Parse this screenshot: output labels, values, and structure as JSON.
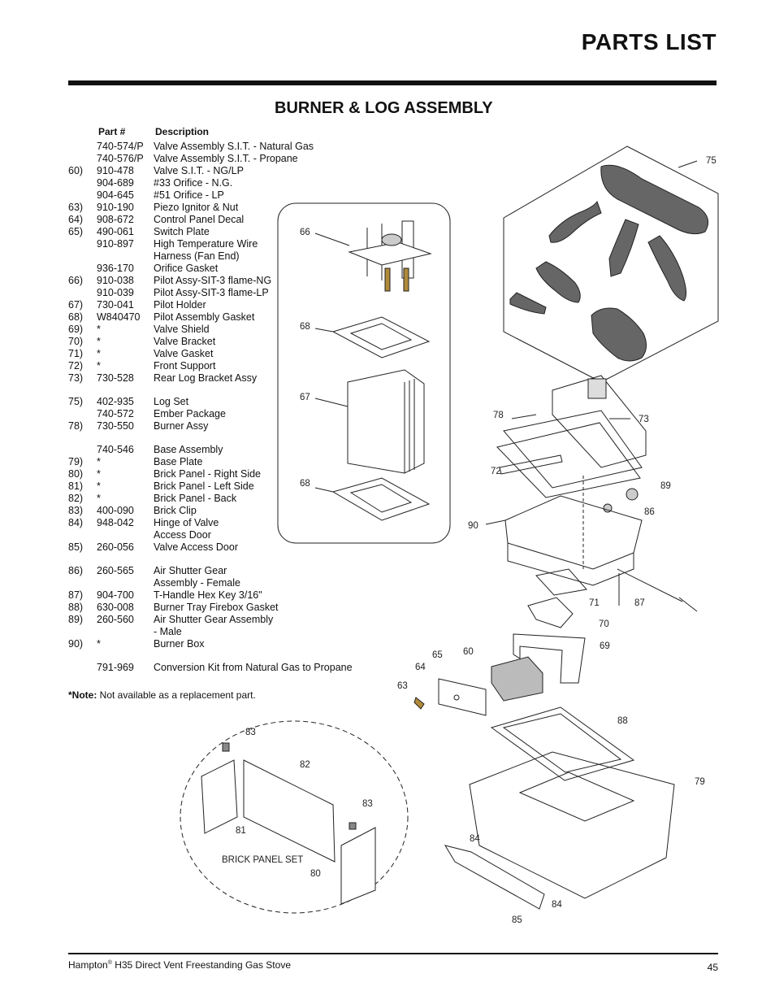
{
  "page": {
    "title": "PARTS LIST",
    "subtitle": "BURNER & LOG ASSEMBLY"
  },
  "columns": {
    "part_no": "Part #",
    "description": "Description"
  },
  "parts": [
    {
      "ref": "",
      "part": "740-574/P",
      "desc": "Valve Assembly S.I.T. - Natural Gas"
    },
    {
      "ref": "",
      "part": "740-576/P",
      "desc": "Valve Assembly S.I.T. - Propane"
    },
    {
      "ref": "60)",
      "part": "910-478",
      "desc": "Valve S.I.T. - NG/LP"
    },
    {
      "ref": "",
      "part": "904-689",
      "desc": "#33 Orifice - N.G."
    },
    {
      "ref": "",
      "part": "904-645",
      "desc": "#51 Orifice - LP"
    },
    {
      "ref": "63)",
      "part": "910-190",
      "desc": "Piezo Ignitor & Nut"
    },
    {
      "ref": "64)",
      "part": "908-672",
      "desc": "Control Panel Decal"
    },
    {
      "ref": "65)",
      "part": "490-061",
      "desc": "Switch Plate"
    },
    {
      "ref": "",
      "part": "910-897",
      "desc": "High Temperature Wire"
    },
    {
      "ref": "",
      "part": "",
      "desc": "Harness (Fan End)"
    },
    {
      "ref": "",
      "part": "936-170",
      "desc": "Orifice Gasket"
    },
    {
      "ref": "66)",
      "part": "910-038",
      "desc": "Pilot Assy-SIT-3 flame-NG"
    },
    {
      "ref": "",
      "part": "910-039",
      "desc": "Pilot Assy-SIT-3 flame-LP"
    },
    {
      "ref": "67)",
      "part": "730-041",
      "desc": "Pilot Holder"
    },
    {
      "ref": "68)",
      "part": "W840470",
      "desc": "Pilot Assembly Gasket"
    },
    {
      "ref": "69)",
      "part": "*",
      "desc": "Valve Shield"
    },
    {
      "ref": "70)",
      "part": "*",
      "desc": "Valve Bracket"
    },
    {
      "ref": "71)",
      "part": "*",
      "desc": "Valve Gasket"
    },
    {
      "ref": "72)",
      "part": "*",
      "desc": "Front Support"
    },
    {
      "ref": "73)",
      "part": "730-528",
      "desc": "Rear Log Bracket Assy"
    },
    {
      "gap": true
    },
    {
      "ref": "75)",
      "part": "402-935",
      "desc": "Log Set"
    },
    {
      "ref": "",
      "part": "740-572",
      "desc": "Ember Package"
    },
    {
      "ref": "78)",
      "part": "730-550",
      "desc": "Burner Assy"
    },
    {
      "gap": true
    },
    {
      "ref": "",
      "part": "740-546",
      "desc": "Base Assembly"
    },
    {
      "ref": "79)",
      "part": "*",
      "desc": "Base Plate"
    },
    {
      "ref": "80)",
      "part": "*",
      "desc": "Brick Panel - Right Side"
    },
    {
      "ref": "81)",
      "part": "*",
      "desc": "Brick Panel - Left Side"
    },
    {
      "ref": "82)",
      "part": "*",
      "desc": "Brick Panel - Back"
    },
    {
      "ref": "83)",
      "part": "400-090",
      "desc": "Brick Clip"
    },
    {
      "ref": "84)",
      "part": "948-042",
      "desc": "Hinge of Valve"
    },
    {
      "ref": "",
      "part": "",
      "desc": "Access Door"
    },
    {
      "ref": "85)",
      "part": "260-056",
      "desc": "Valve Access Door"
    },
    {
      "gap": true
    },
    {
      "ref": "86)",
      "part": "260-565",
      "desc": "Air Shutter Gear"
    },
    {
      "ref": "",
      "part": "",
      "desc": "Assembly - Female"
    },
    {
      "ref": "87)",
      "part": "904-700",
      "desc": "T-Handle Hex Key 3/16\""
    },
    {
      "ref": "88)",
      "part": "630-008",
      "desc": "Burner Tray Firebox Gasket"
    },
    {
      "ref": "89)",
      "part": "260-560",
      "desc": "Air Shutter Gear Assembly"
    },
    {
      "ref": "",
      "part": "",
      "desc": "- Male"
    },
    {
      "ref": "90)",
      "part": "*",
      "desc": "Burner Box"
    },
    {
      "gap": true
    },
    {
      "ref": "",
      "part": "791-969",
      "desc": "Conversion Kit from Natural Gas to Propane"
    }
  ],
  "note": {
    "label": "*Note:",
    "text": " Not available as a replacement part."
  },
  "diagram": {
    "callouts": [
      "75",
      "66",
      "68",
      "67",
      "68",
      "78",
      "73",
      "72",
      "89",
      "86",
      "90",
      "71",
      "87",
      "70",
      "69",
      "65",
      "60",
      "64",
      "63",
      "88",
      "79",
      "84",
      "84",
      "85",
      "83",
      "82",
      "83",
      "81",
      "80"
    ],
    "brick_panel_label": "BRICK PANEL SET"
  },
  "footer": {
    "brand": "Hampton",
    "reg": "®",
    "product": " H35 Direct Vent Freestanding Gas Stove",
    "page_number": "45"
  }
}
